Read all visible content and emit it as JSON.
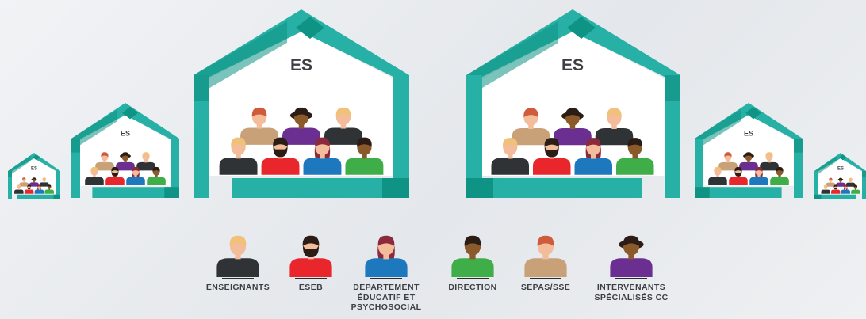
{
  "colors": {
    "house_frame": "#27b0a5",
    "house_frame_dark": "#0f9384",
    "house_fill": "#ffffff",
    "skin": "#f3bd9c",
    "skin_dark": "#8b5a2b",
    "hair_blond": "#f1c07a",
    "hair_red": "#cf5b3c",
    "hair_dark": "#2b1d15"
  },
  "houses": [
    {
      "label": "ES"
    },
    {
      "label": "ES"
    },
    {
      "label": "ES"
    },
    {
      "label": "ES"
    },
    {
      "label": "ES"
    },
    {
      "label": "ES"
    }
  ],
  "roles": [
    {
      "id": "enseignants",
      "label": "ENSEIGNANTS",
      "color": "#2f3336"
    },
    {
      "id": "eseb",
      "label": "ESEB",
      "color": "#e8262b"
    },
    {
      "id": "departement",
      "label": "DÉPARTEMENT\nÉDUCATIF ET\nPSYCHOSOCIAL",
      "color": "#1d78bd"
    },
    {
      "id": "direction",
      "label": "DIRECTION",
      "color": "#3fae49"
    },
    {
      "id": "sepas",
      "label": "SEPAS/SSE",
      "color": "#c8a179"
    },
    {
      "id": "intervenants",
      "label": "INTERVENANTS\nSPÉCIALISÉS CC",
      "color": "#6a2f90"
    }
  ]
}
